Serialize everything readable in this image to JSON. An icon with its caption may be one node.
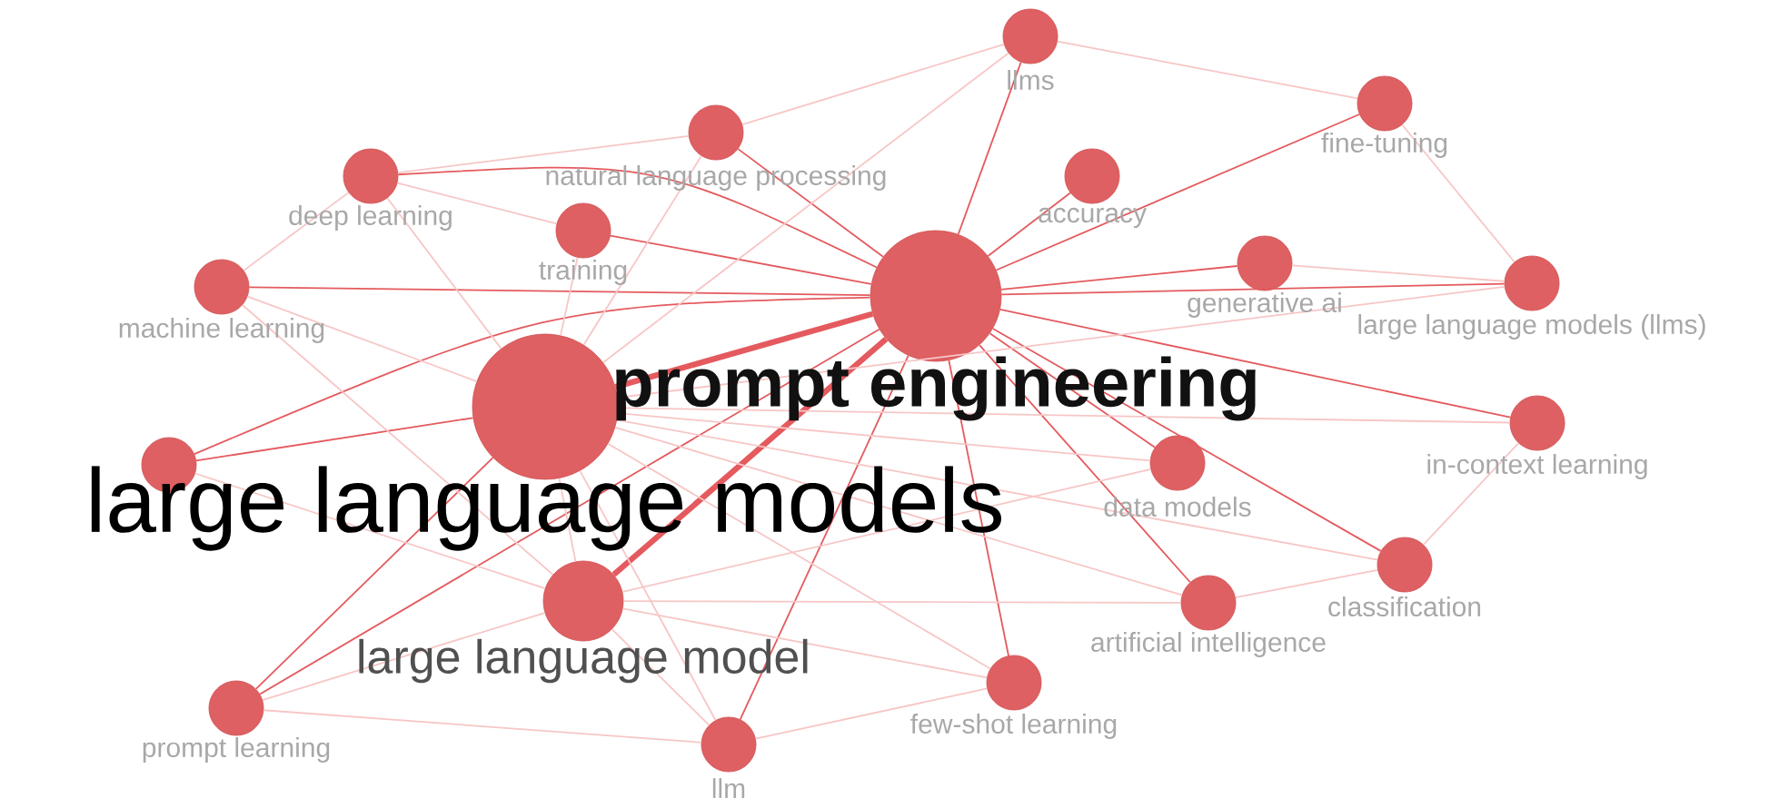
{
  "diagram": {
    "nodes": [
      {
        "text": [
          "llms"
        ]
      },
      {
        "text": [
          "fine-tuning"
        ]
      },
      {
        "text": [
          "natural language processing"
        ]
      },
      {
        "text": [
          "accuracy"
        ]
      },
      {
        "text": [
          "deep learning"
        ]
      },
      {
        "text": [
          "training"
        ]
      },
      {
        "text": [
          "prompt engineering"
        ]
      },
      {
        "text": [
          "generative ai"
        ]
      },
      {
        "text": [
          "large language models (llms)"
        ]
      },
      {
        "text": [
          "machine learning"
        ]
      },
      {
        "text": [
          "large language models"
        ]
      },
      {
        "text": [
          "in-context learning"
        ]
      },
      {
        "text": [],
        "shape": "circle"
      },
      {
        "text": [
          "data models"
        ]
      },
      {
        "text": [
          "classification"
        ]
      },
      {
        "text": [
          "large language model"
        ]
      },
      {
        "text": [
          "artificial intelligence"
        ]
      },
      {
        "text": [
          "prompt learning"
        ]
      },
      {
        "text": [
          "few-shot learning"
        ]
      },
      {
        "text": [
          "llm"
        ]
      }
    ],
    "edges": [
      {
        "from": 6,
        "to": 0,
        "arrow": "none",
        "color": "#e45a5e"
      },
      {
        "from": 6,
        "to": 1,
        "arrow": "none",
        "color": "#e45a5e"
      },
      {
        "from": 6,
        "to": 2,
        "arrow": "none",
        "color": "#e45a5e"
      },
      {
        "from": 6,
        "to": 3,
        "arrow": "none",
        "color": "#e45a5e"
      },
      {
        "from": 6,
        "to": 4,
        "arrow": "none",
        "color": "#e45a5e"
      },
      {
        "from": 6,
        "to": 5,
        "arrow": "none",
        "color": "#e45a5e"
      },
      {
        "from": 6,
        "to": 7,
        "arrow": "none",
        "color": "#e45a5e"
      },
      {
        "from": 6,
        "to": 8,
        "arrow": "none",
        "color": "#e45a5e"
      },
      {
        "from": 6,
        "to": 9,
        "arrow": "none",
        "color": "#e45a5e"
      },
      {
        "from": 6,
        "to": 10,
        "arrow": "none",
        "style": "thick",
        "color": "#e45a5e"
      },
      {
        "from": 6,
        "to": 11,
        "arrow": "none",
        "color": "#e45a5e"
      },
      {
        "from": 6,
        "to": 12,
        "arrow": "none",
        "color": "#e45a5e"
      },
      {
        "from": 6,
        "to": 13,
        "arrow": "none",
        "color": "#e45a5e"
      },
      {
        "from": 6,
        "to": 14,
        "arrow": "none",
        "color": "#e45a5e"
      },
      {
        "from": 6,
        "to": 15,
        "arrow": "none",
        "style": "thick",
        "color": "#e45a5e"
      },
      {
        "from": 6,
        "to": 16,
        "arrow": "none",
        "color": "#e45a5e"
      },
      {
        "from": 6,
        "to": 17,
        "arrow": "none",
        "color": "#e45a5e"
      },
      {
        "from": 6,
        "to": 18,
        "arrow": "none",
        "color": "#e45a5e"
      },
      {
        "from": 6,
        "to": 19,
        "arrow": "none",
        "color": "#e45a5e"
      },
      {
        "from": 10,
        "to": 12,
        "arrow": "none",
        "color": "#e45a5e"
      },
      {
        "from": 10,
        "to": 17,
        "arrow": "none",
        "color": "#e45a5e"
      },
      {
        "from": 10,
        "to": 0,
        "arrow": "none"
      },
      {
        "from": 10,
        "to": 2,
        "arrow": "none"
      },
      {
        "from": 10,
        "to": 4,
        "arrow": "none"
      },
      {
        "from": 10,
        "to": 5,
        "arrow": "none"
      },
      {
        "from": 10,
        "to": 8,
        "arrow": "none"
      },
      {
        "from": 10,
        "to": 9,
        "arrow": "none"
      },
      {
        "from": 10,
        "to": 11,
        "arrow": "none"
      },
      {
        "from": 10,
        "to": 13,
        "arrow": "none"
      },
      {
        "from": 10,
        "to": 14,
        "arrow": "none"
      },
      {
        "from": 10,
        "to": 15,
        "arrow": "none"
      },
      {
        "from": 10,
        "to": 16,
        "arrow": "none"
      },
      {
        "from": 10,
        "to": 18,
        "arrow": "none"
      },
      {
        "from": 10,
        "to": 19,
        "arrow": "none"
      },
      {
        "from": 15,
        "to": 17,
        "arrow": "none"
      },
      {
        "from": 15,
        "to": 19,
        "arrow": "none"
      },
      {
        "from": 15,
        "to": 18,
        "arrow": "none"
      },
      {
        "from": 15,
        "to": 16,
        "arrow": "none"
      },
      {
        "from": 15,
        "to": 13,
        "arrow": "none"
      },
      {
        "from": 15,
        "to": 12,
        "arrow": "none"
      },
      {
        "from": 15,
        "to": 9,
        "arrow": "none"
      },
      {
        "from": 2,
        "to": 4,
        "arrow": "none"
      },
      {
        "from": 2,
        "to": 0,
        "arrow": "none"
      },
      {
        "from": 1,
        "to": 0,
        "arrow": "none"
      },
      {
        "from": 1,
        "to": 8,
        "arrow": "none"
      },
      {
        "from": 7,
        "to": 8,
        "arrow": "none"
      },
      {
        "from": 11,
        "to": 14,
        "arrow": "none"
      },
      {
        "from": 16,
        "to": 14,
        "arrow": "none"
      },
      {
        "from": 18,
        "to": 19,
        "arrow": "none"
      },
      {
        "from": 4,
        "to": 9,
        "arrow": "none"
      },
      {
        "from": 4,
        "to": 5,
        "arrow": "none"
      },
      {
        "from": 17,
        "to": 19,
        "arrow": "none"
      }
    ]
  }
}
